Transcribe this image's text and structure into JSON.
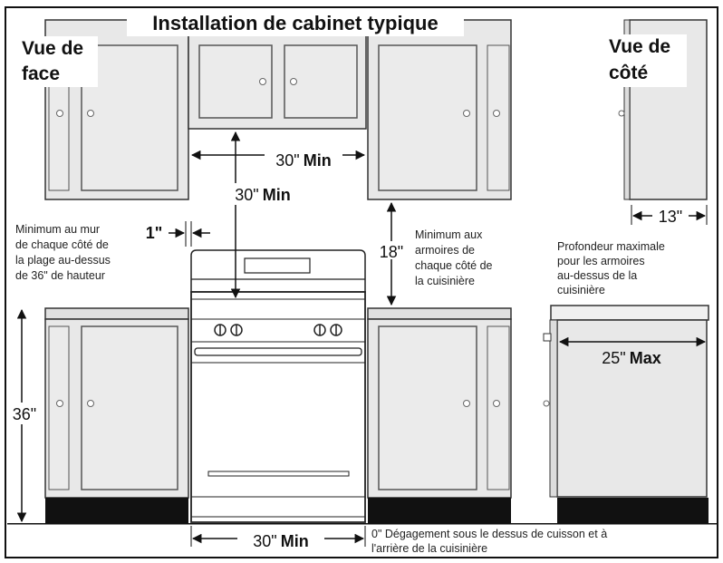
{
  "title": "Installation de cabinet typique",
  "front_view_line1": "Vue de",
  "front_view_line2": "face",
  "side_view_line1": "Vue de",
  "side_view_line2": "côté",
  "dim_30_num": "30\"",
  "dim_min": "Min",
  "dim_1": "1\"",
  "dim_18": "18\"",
  "dim_36": "36\"",
  "dim_13": "13\"",
  "dim_25": "25\"",
  "dim_max": "Max",
  "note_wall": [
    "Minimum au mur",
    "de chaque côté de",
    "la plage au-dessus",
    "de 36\" de hauteur"
  ],
  "note_cabinets": [
    "Minimum aux",
    "armoires de",
    "chaque côté de",
    "la cuisinière"
  ],
  "note_depth": [
    "Profondeur maximale",
    "pour les armoires",
    "au-dessus de la",
    "cuisinière"
  ],
  "note_clearance": [
    "0\" Dégagement sous le dessus de cuisson et à",
    "l'arrière de la cuisinière"
  ]
}
